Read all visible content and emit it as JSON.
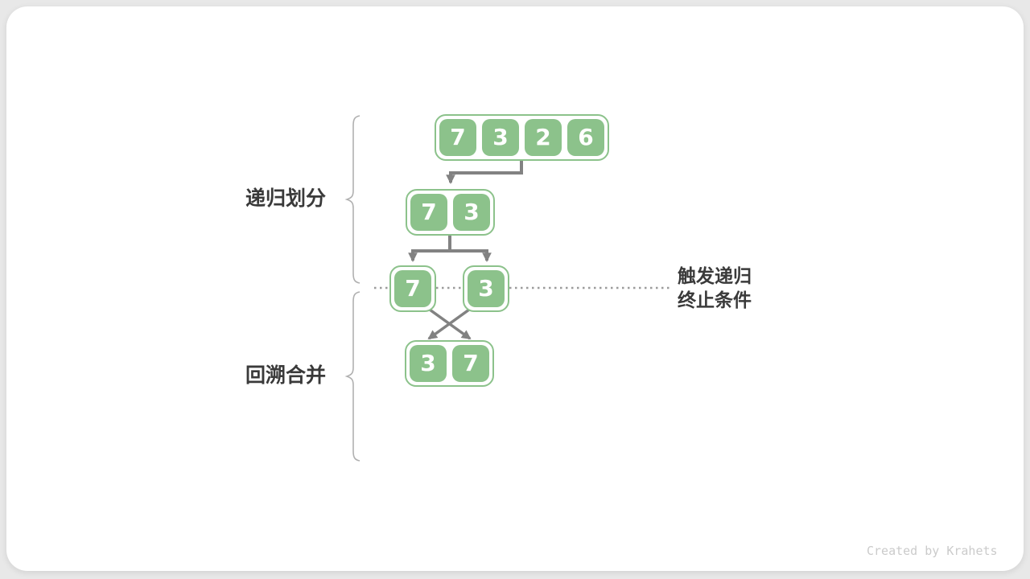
{
  "theme": {
    "page-bg": "#e8e8e8",
    "card-bg": "#ffffff",
    "green": "#8cc28b",
    "cell-text": "#ffffff",
    "arrow": "#828282",
    "brace": "#b0b0b0",
    "dotted": "#9b9b9b",
    "label": "#3a3a3a",
    "watermark": "#cbcbcb"
  },
  "labels": {
    "divide": "递归划分",
    "merge": "回溯合并",
    "trigger_line1": "触发递归",
    "trigger_line2": "终止条件"
  },
  "diagram": {
    "level1": [
      "7",
      "3",
      "2",
      "6"
    ],
    "level2": [
      "7",
      "3"
    ],
    "level3_left": [
      "7"
    ],
    "level3_right": [
      "3"
    ],
    "level4": [
      "3",
      "7"
    ]
  },
  "watermark": "Created by Krahets"
}
